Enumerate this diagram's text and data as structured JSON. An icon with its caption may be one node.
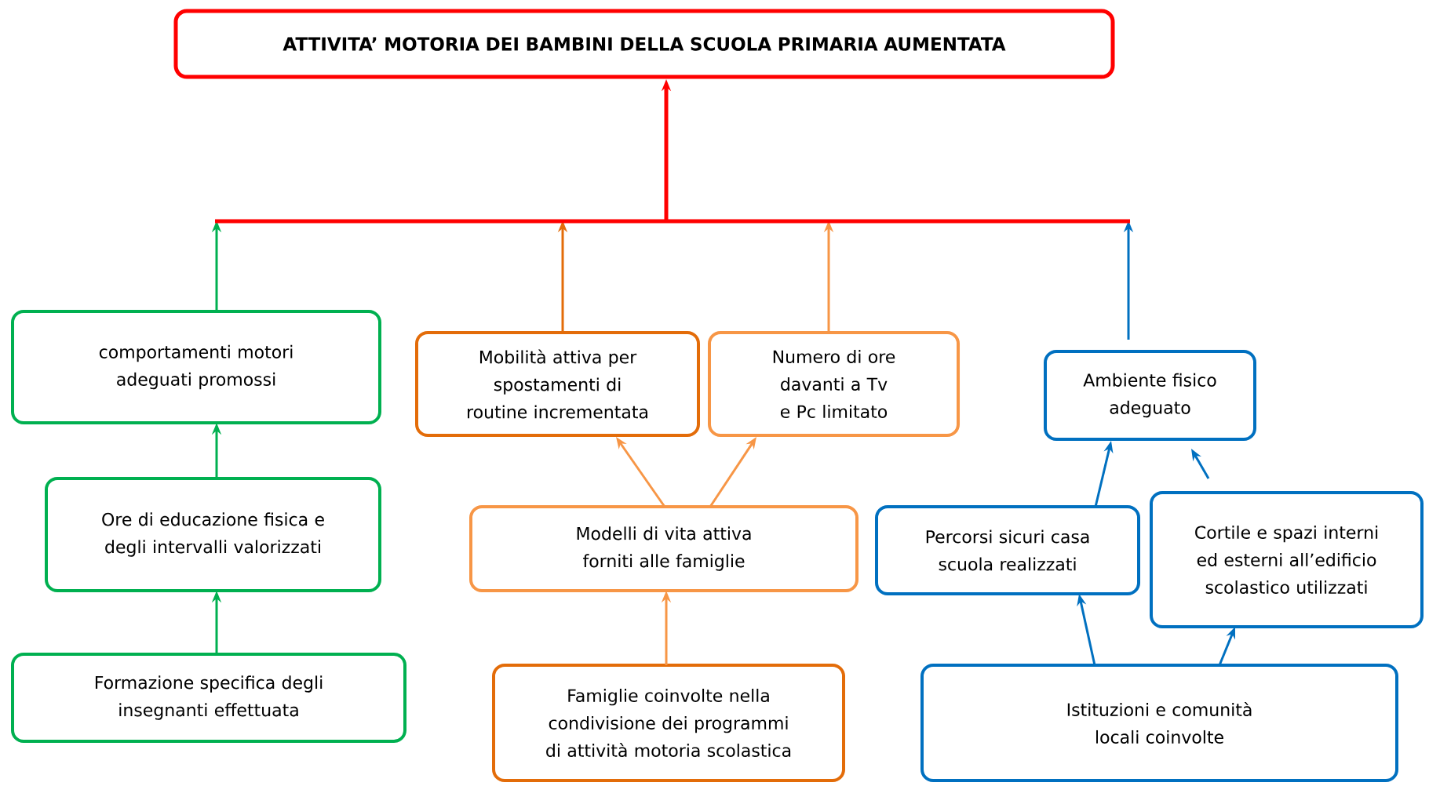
{
  "diagram": {
    "nodes": [
      {
        "text": [
          "ATTIVITA’ MOTORIA DEI BAMBINI DELLA SCUOLA PRIMARIA  AUMENTATA"
        ]
      },
      {
        "text": [
          "comportamenti motori adeguati promossi"
        ]
      },
      {
        "text": [
          "Mobilità attiva per spostamenti di routine incrementata"
        ]
      },
      {
        "text": [
          "Numero di ore davanti a Tv e Pc limitato"
        ]
      },
      {
        "text": [
          "Ambiente fisico adeguato"
        ]
      },
      {
        "text": [
          "Ore di educazione fisica e degli intervalli valorizzati"
        ]
      },
      {
        "text": [
          "Modelli di vita attiva forniti alle famiglie"
        ]
      },
      {
        "text": [
          "Percorsi sicuri casa scuola  realizzati"
        ]
      },
      {
        "text": [
          "Cortile e  spazi interni ed esterni all’edificio scolastico utilizzati"
        ]
      },
      {
        "text": [
          "Formazione specifica degli insegnanti effettuata"
        ]
      },
      {
        "text": [
          "Famiglie coinvolte nella condivisione dei  programmi di attività  motoria scolastica"
        ]
      },
      {
        "text": [
          "Istituzioni e comunità locali coinvolte"
        ]
      }
    ],
    "edges": [
      {
        "from": 1,
        "to": 0,
        "arrow": "to",
        "color": "#ff0000"
      },
      {
        "from": 2,
        "to": 0,
        "arrow": "to",
        "color": "#ff0000"
      },
      {
        "from": 3,
        "to": 0,
        "arrow": "to",
        "color": "#ff0000"
      },
      {
        "from": 4,
        "to": 0,
        "arrow": "to",
        "color": "#ff0000"
      },
      {
        "from": 5,
        "to": 1,
        "arrow": "to",
        "color": "#00b050"
      },
      {
        "from": 9,
        "to": 5,
        "arrow": "to",
        "color": "#00b050"
      },
      {
        "from": 6,
        "to": 2,
        "arrow": "to",
        "color": "#f79646"
      },
      {
        "from": 6,
        "to": 3,
        "arrow": "to",
        "color": "#f79646"
      },
      {
        "from": 10,
        "to": 6,
        "arrow": "to",
        "color": "#f79646"
      },
      {
        "from": 7,
        "to": 4,
        "arrow": "to",
        "color": "#0070c0"
      },
      {
        "from": 8,
        "to": 4,
        "arrow": "to",
        "color": "#0070c0"
      },
      {
        "from": 11,
        "to": 7,
        "arrow": "to",
        "color": "#0070c0"
      },
      {
        "from": 11,
        "to": 8,
        "arrow": "to",
        "color": "#0070c0"
      }
    ]
  }
}
